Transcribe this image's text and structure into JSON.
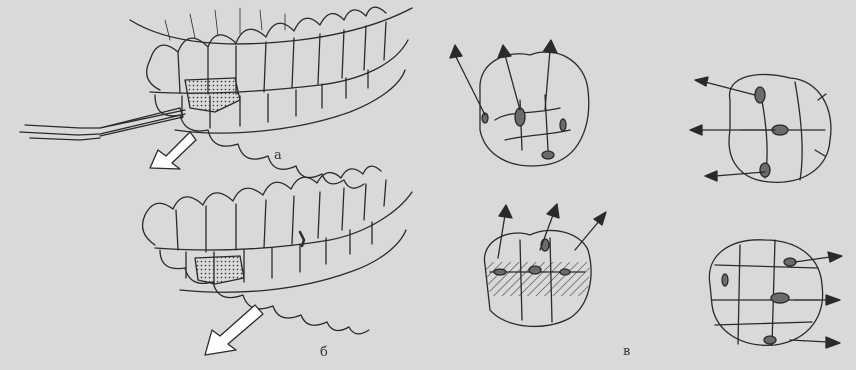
{
  "panels": {
    "a": {
      "label": "а"
    },
    "b": {
      "label": "б"
    },
    "c": {
      "label": "в"
    }
  },
  "colors": {
    "background": "#d9d9d9",
    "ink": "#2a2a2a",
    "contact_fill": "#6b6b6b"
  }
}
